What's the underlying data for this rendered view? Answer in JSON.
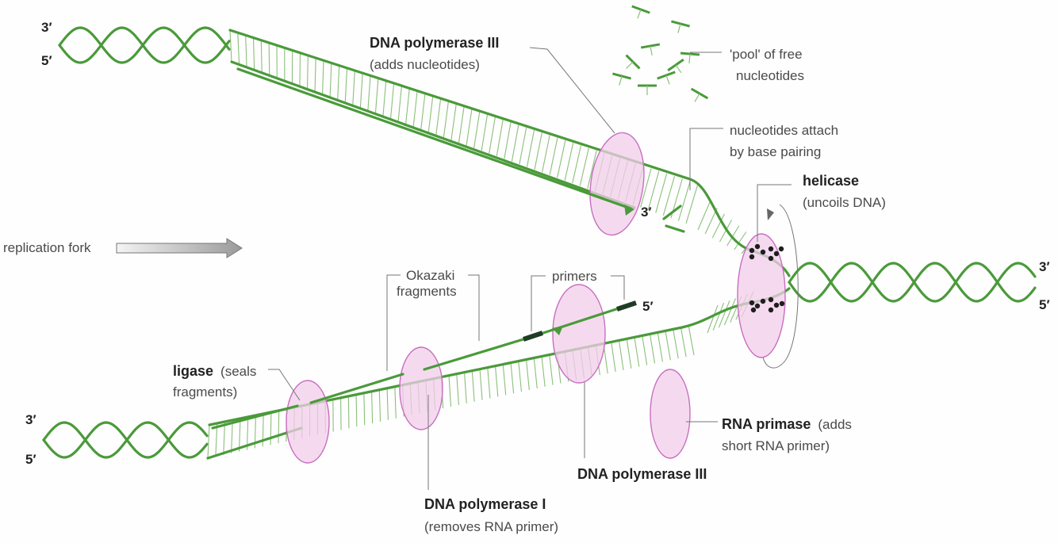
{
  "colors": {
    "strand": "#4a9a3a",
    "rung": "#8cbf7a",
    "enzyme_fill": "#f1cdea",
    "enzyme_stroke": "#c86fbf",
    "leader": "#777777",
    "primer": "#1f3d25",
    "arrow_fill": "#b8b8b8",
    "dot": "#1e1e1e"
  },
  "ends": {
    "top_left_3": "3′",
    "top_left_5": "5′",
    "right_3": "3′",
    "right_5": "5′",
    "bottom_left_3": "3′",
    "bottom_left_5": "5′",
    "leading_3": "3′",
    "lagging_5": "5′"
  },
  "labels": {
    "dna_pol3_top_title": "DNA polymerase III",
    "dna_pol3_top_sub": "(adds nucleotides)",
    "pool_line1": "'pool' of free",
    "pool_line2": "nucleotides",
    "attach_line1": "nucleotides attach",
    "attach_line2": "by base pairing",
    "helicase_title": "helicase",
    "helicase_sub": "(uncoils DNA)",
    "replication_fork": "replication fork",
    "okazaki_line1": "Okazaki",
    "okazaki_line2": "fragments",
    "primers": "primers",
    "ligase_title": "ligase",
    "ligase_sub_1": "(seals",
    "ligase_sub_2": "fragments)",
    "dna_pol3_bottom": "DNA polymerase III",
    "dna_pol1_title": "DNA polymerase I",
    "dna_pol1_sub": "(removes RNA primer)",
    "rna_primase_title": "RNA primase",
    "rna_primase_sub_1": "(adds",
    "rna_primase_sub_2": "short RNA primer)"
  },
  "icons": {
    "fork_arrow": "replication-fork-arrow-icon",
    "helicase_rotation": "curved-rotation-arrow-icon"
  }
}
